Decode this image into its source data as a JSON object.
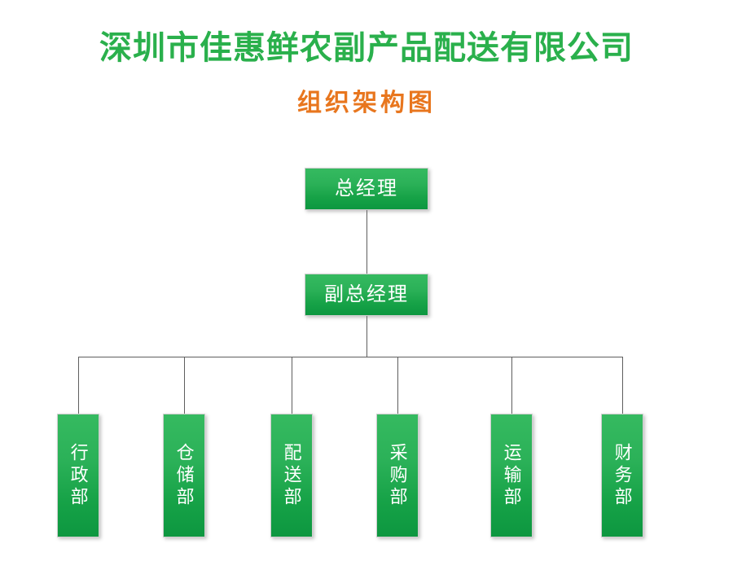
{
  "header": {
    "company_name": "深圳市佳惠鲜农副产品配送有限公司",
    "subtitle": "组织架构图",
    "company_color": "#2ab04c",
    "subtitle_color": "#e8761e"
  },
  "chart": {
    "type": "org-chart",
    "node_fill_top": "#35ba60",
    "node_fill_bottom": "#0d9740",
    "node_text_color": "#ffffff",
    "connector_color": "#5e5e5e",
    "levels": [
      {
        "level": 1,
        "nodes": [
          {
            "id": "gm",
            "label": "总经理",
            "orientation": "horizontal"
          }
        ]
      },
      {
        "level": 2,
        "nodes": [
          {
            "id": "dgm",
            "label": "副总经理",
            "orientation": "horizontal"
          }
        ]
      },
      {
        "level": 3,
        "nodes": [
          {
            "id": "dept-admin",
            "label": "行政部",
            "orientation": "vertical"
          },
          {
            "id": "dept-warehouse",
            "label": "仓储部",
            "orientation": "vertical"
          },
          {
            "id": "dept-distribution",
            "label": "配送部",
            "orientation": "vertical"
          },
          {
            "id": "dept-procurement",
            "label": "采购部",
            "orientation": "vertical"
          },
          {
            "id": "dept-transport",
            "label": "运输部",
            "orientation": "vertical"
          },
          {
            "id": "dept-finance",
            "label": "财务部",
            "orientation": "vertical"
          }
        ]
      }
    ]
  }
}
